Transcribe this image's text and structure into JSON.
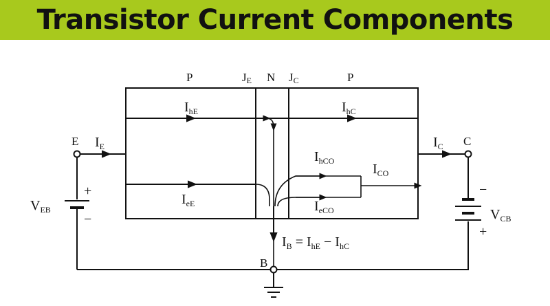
{
  "title": "Transistor Current Components",
  "colors": {
    "banner": "#a8c91d",
    "ink": "#111111"
  },
  "diagram": {
    "regions": {
      "emitter": "P",
      "base": "N",
      "collector": "P"
    },
    "junctions": {
      "je": {
        "main": "J",
        "sub": "E"
      },
      "jc": {
        "main": "J",
        "sub": "C"
      }
    },
    "terminals": {
      "emitter": "E",
      "collector": "C",
      "base": "B"
    },
    "currents": {
      "ie": {
        "main": "I",
        "sub": "E"
      },
      "ihe": {
        "main": "I",
        "sub": "hE"
      },
      "iee": {
        "main": "I",
        "sub": "eE"
      },
      "ihc": {
        "main": "I",
        "sub": "hC"
      },
      "ihco": {
        "main": "I",
        "sub": "hCO"
      },
      "ieco": {
        "main": "I",
        "sub": "eCO"
      },
      "ico": {
        "main": "I",
        "sub": "CO"
      },
      "ic": {
        "main": "I",
        "sub": "C"
      },
      "ib": {
        "main": "I",
        "sub": "B"
      }
    },
    "ib_equation": {
      "eq": " = ",
      "t1": "I",
      "t1sub": "hE",
      "minus": " − ",
      "t2": "I",
      "t2sub": "hC"
    },
    "sources": {
      "veb": {
        "main": "V",
        "sub": "EB",
        "plus": "+",
        "minus": "−"
      },
      "vcb": {
        "main": "V",
        "sub": "CB",
        "plus": "+",
        "minus": "−"
      }
    }
  }
}
